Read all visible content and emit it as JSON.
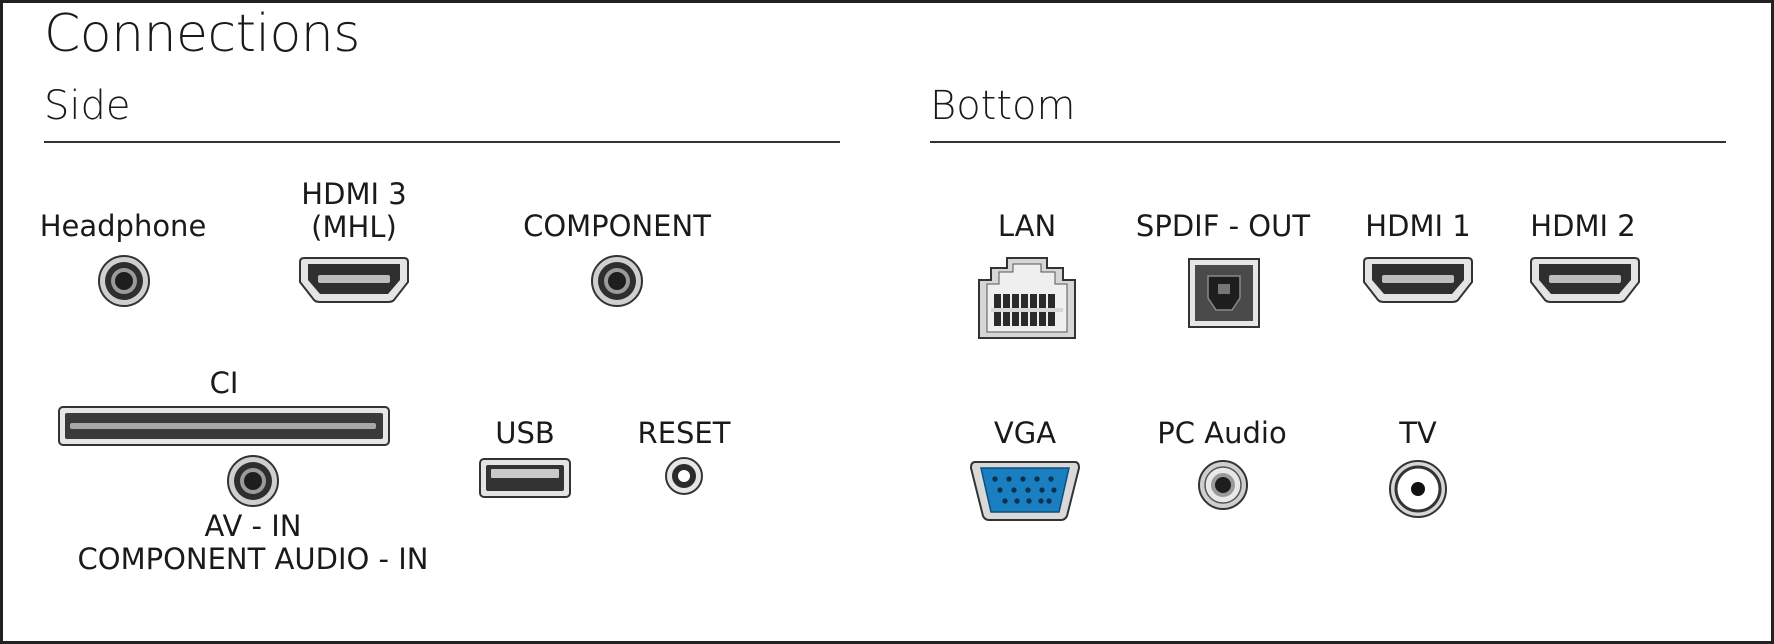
{
  "title": "Connections",
  "sections": {
    "side": {
      "title": "Side"
    },
    "bottom": {
      "title": "Bottom"
    }
  },
  "ports": {
    "headphone": "Headphone",
    "hdmi3_line1": "HDMI 3",
    "hdmi3_line2": "(MHL)",
    "component": "COMPONENT",
    "ci": "CI",
    "usb": "USB",
    "reset": "RESET",
    "av_in_line1": "AV - IN",
    "av_in_line2": "COMPONENT AUDIO - IN",
    "lan": "LAN",
    "spdif_out": "SPDIF - OUT",
    "hdmi1": "HDMI 1",
    "hdmi2": "HDMI 2",
    "vga": "VGA",
    "pc_audio": "PC Audio",
    "tv": "TV"
  },
  "colors": {
    "vga_connector": "#1a7fc1",
    "port_dark": "#3a3a3a",
    "port_light": "#d8d8d8"
  }
}
